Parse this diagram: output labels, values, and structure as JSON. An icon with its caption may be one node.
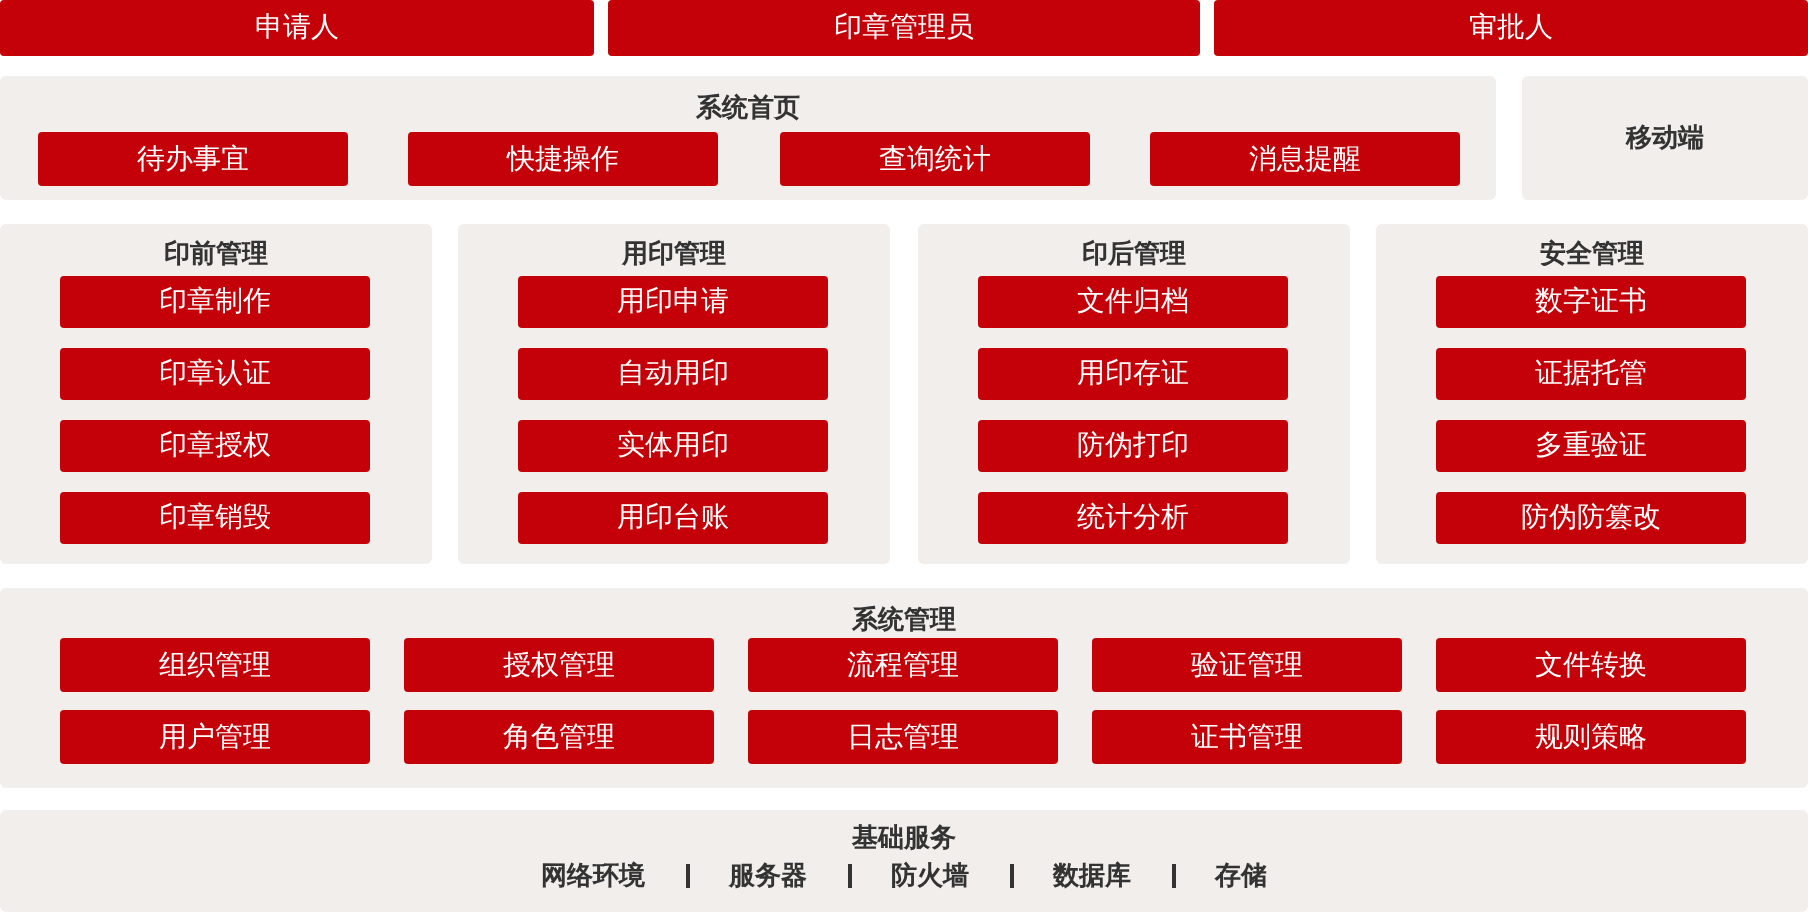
{
  "diagram": {
    "nodes": [
      {
        "text": [
          "申请人"
        ]
      },
      {
        "text": [
          "印章管理员"
        ]
      },
      {
        "text": [
          "审批人"
        ]
      },
      {
        "text": [
          "系统首页"
        ]
      },
      {
        "text": [
          "待办事宜"
        ],
        "in": 3
      },
      {
        "text": [
          "快捷操作"
        ],
        "in": 3
      },
      {
        "text": [
          "查询统计"
        ],
        "in": 3
      },
      {
        "text": [
          "消息提醒"
        ],
        "in": 3
      },
      {
        "text": [
          "移动端"
        ]
      },
      {
        "text": [
          "印前管理"
        ]
      },
      {
        "text": [
          "印章制作"
        ],
        "in": 9
      },
      {
        "text": [
          "印章认证"
        ],
        "in": 9
      },
      {
        "text": [
          "印章授权"
        ],
        "in": 9
      },
      {
        "text": [
          "印章销毁"
        ],
        "in": 9
      },
      {
        "text": [
          "用印管理"
        ]
      },
      {
        "text": [
          "用印申请"
        ],
        "in": 14
      },
      {
        "text": [
          "自动用印"
        ],
        "in": 14
      },
      {
        "text": [
          "实体用印"
        ],
        "in": 14
      },
      {
        "text": [
          "用印台账"
        ],
        "in": 14
      },
      {
        "text": [
          "印后管理"
        ]
      },
      {
        "text": [
          "文件归档"
        ],
        "in": 19
      },
      {
        "text": [
          "用印存证"
        ],
        "in": 19
      },
      {
        "text": [
          "防伪打印"
        ],
        "in": 19
      },
      {
        "text": [
          "统计分析"
        ],
        "in": 19
      },
      {
        "text": [
          "安全管理"
        ]
      },
      {
        "text": [
          "数字证书"
        ],
        "in": 24
      },
      {
        "text": [
          "证据托管"
        ],
        "in": 24
      },
      {
        "text": [
          "多重验证"
        ],
        "in": 24
      },
      {
        "text": [
          "防伪防篡改"
        ],
        "in": 24
      },
      {
        "text": [
          "系统管理"
        ]
      },
      {
        "text": [
          "组织管理"
        ],
        "in": 29
      },
      {
        "text": [
          "授权管理"
        ],
        "in": 29
      },
      {
        "text": [
          "流程管理"
        ],
        "in": 29
      },
      {
        "text": [
          "验证管理"
        ],
        "in": 29
      },
      {
        "text": [
          "文件转换"
        ],
        "in": 29
      },
      {
        "text": [
          "用户管理"
        ],
        "in": 29
      },
      {
        "text": [
          "角色管理"
        ],
        "in": 29
      },
      {
        "text": [
          "日志管理"
        ],
        "in": 29
      },
      {
        "text": [
          "证书管理"
        ],
        "in": 29
      },
      {
        "text": [
          "规则策略"
        ],
        "in": 29
      },
      {
        "text": [
          "基础服务",
          "网络环境",
          "服务器",
          "防火墙",
          "数据库",
          "存储"
        ]
      }
    ]
  }
}
